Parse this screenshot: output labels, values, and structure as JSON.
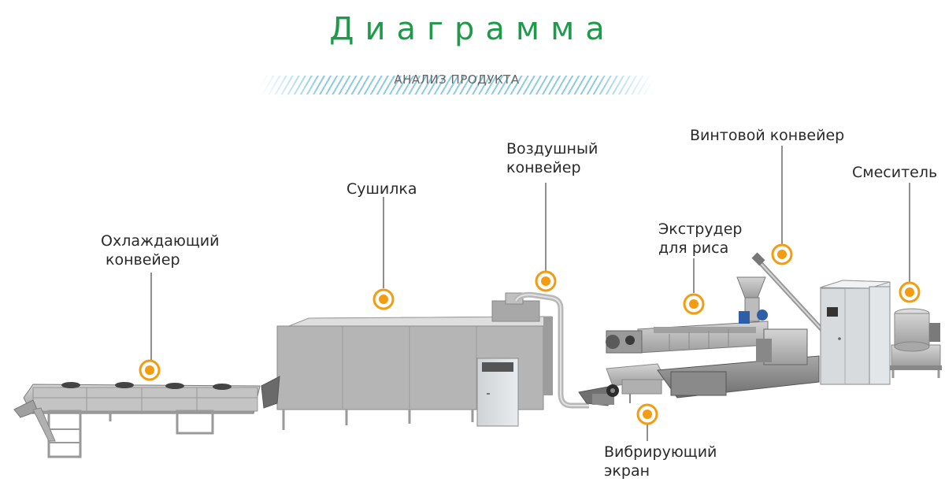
{
  "header": {
    "title": "Диаграмма",
    "subtitle": "АНАЛИЗ ПРОДУКТА"
  },
  "labels": {
    "cooling_conveyor": [
      "Охлаждающий",
      "конвейер"
    ],
    "dryer": [
      "Сушилка"
    ],
    "air_conveyor": [
      "Воздушный",
      "конвейер"
    ],
    "screw_conveyor": [
      "Винтовой конвейер"
    ],
    "mixer": [
      "Смеситель"
    ],
    "rice_extruder": [
      "Экструдер",
      "для риса"
    ],
    "vibrating_screen": [
      "Вибрирующий",
      "экран"
    ]
  },
  "colors": {
    "title": "#1e9a4a",
    "marker_orange": "#f39c12",
    "machine_gray": "#b8b8b8",
    "line": "#333333"
  }
}
